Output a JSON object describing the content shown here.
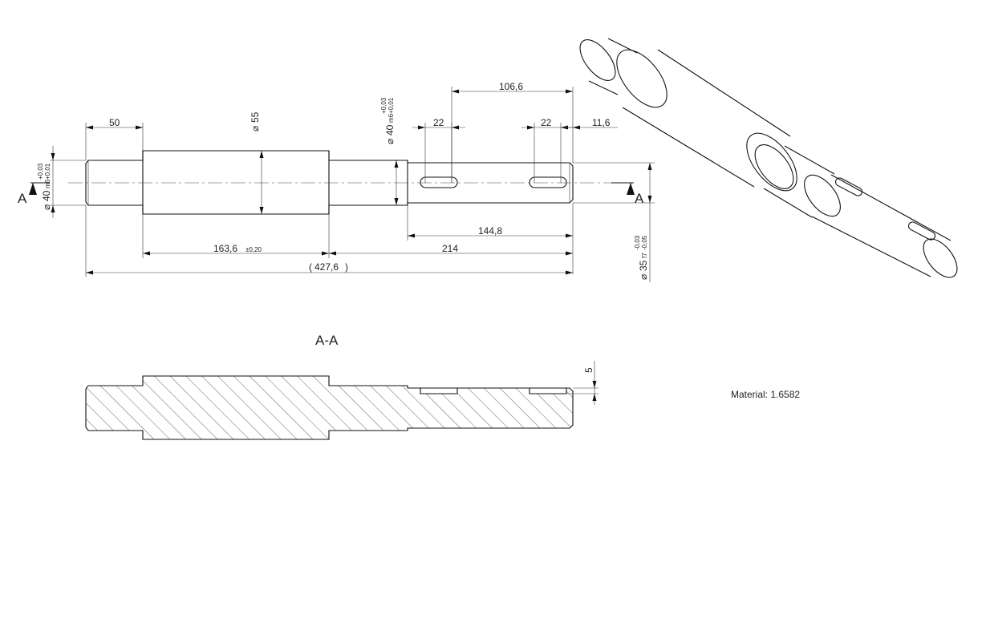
{
  "dims": {
    "d50": "50",
    "d55": "55",
    "d40m6": "40",
    "m6": "m6",
    "tol40_upper": "+0,03",
    "tol40_lower": "+0,01",
    "d106_6": "106,6",
    "d22a": "22",
    "d22b": "22",
    "d11_6": "11,6",
    "d144_8": "144,8",
    "d163_6": "163,6",
    "tol163_6": "±0,20",
    "d214": "214",
    "d427_6": "427,6",
    "d35": "35",
    "f7": "f7",
    "tol35_upper": "-0,03",
    "tol35_lower": "-0,05",
    "d5": "5",
    "dia_symbol": "⌀"
  },
  "section": {
    "marker_left": "A",
    "marker_right": "A",
    "title": "A-A"
  },
  "notes": {
    "material": "Material: 1.6582"
  }
}
